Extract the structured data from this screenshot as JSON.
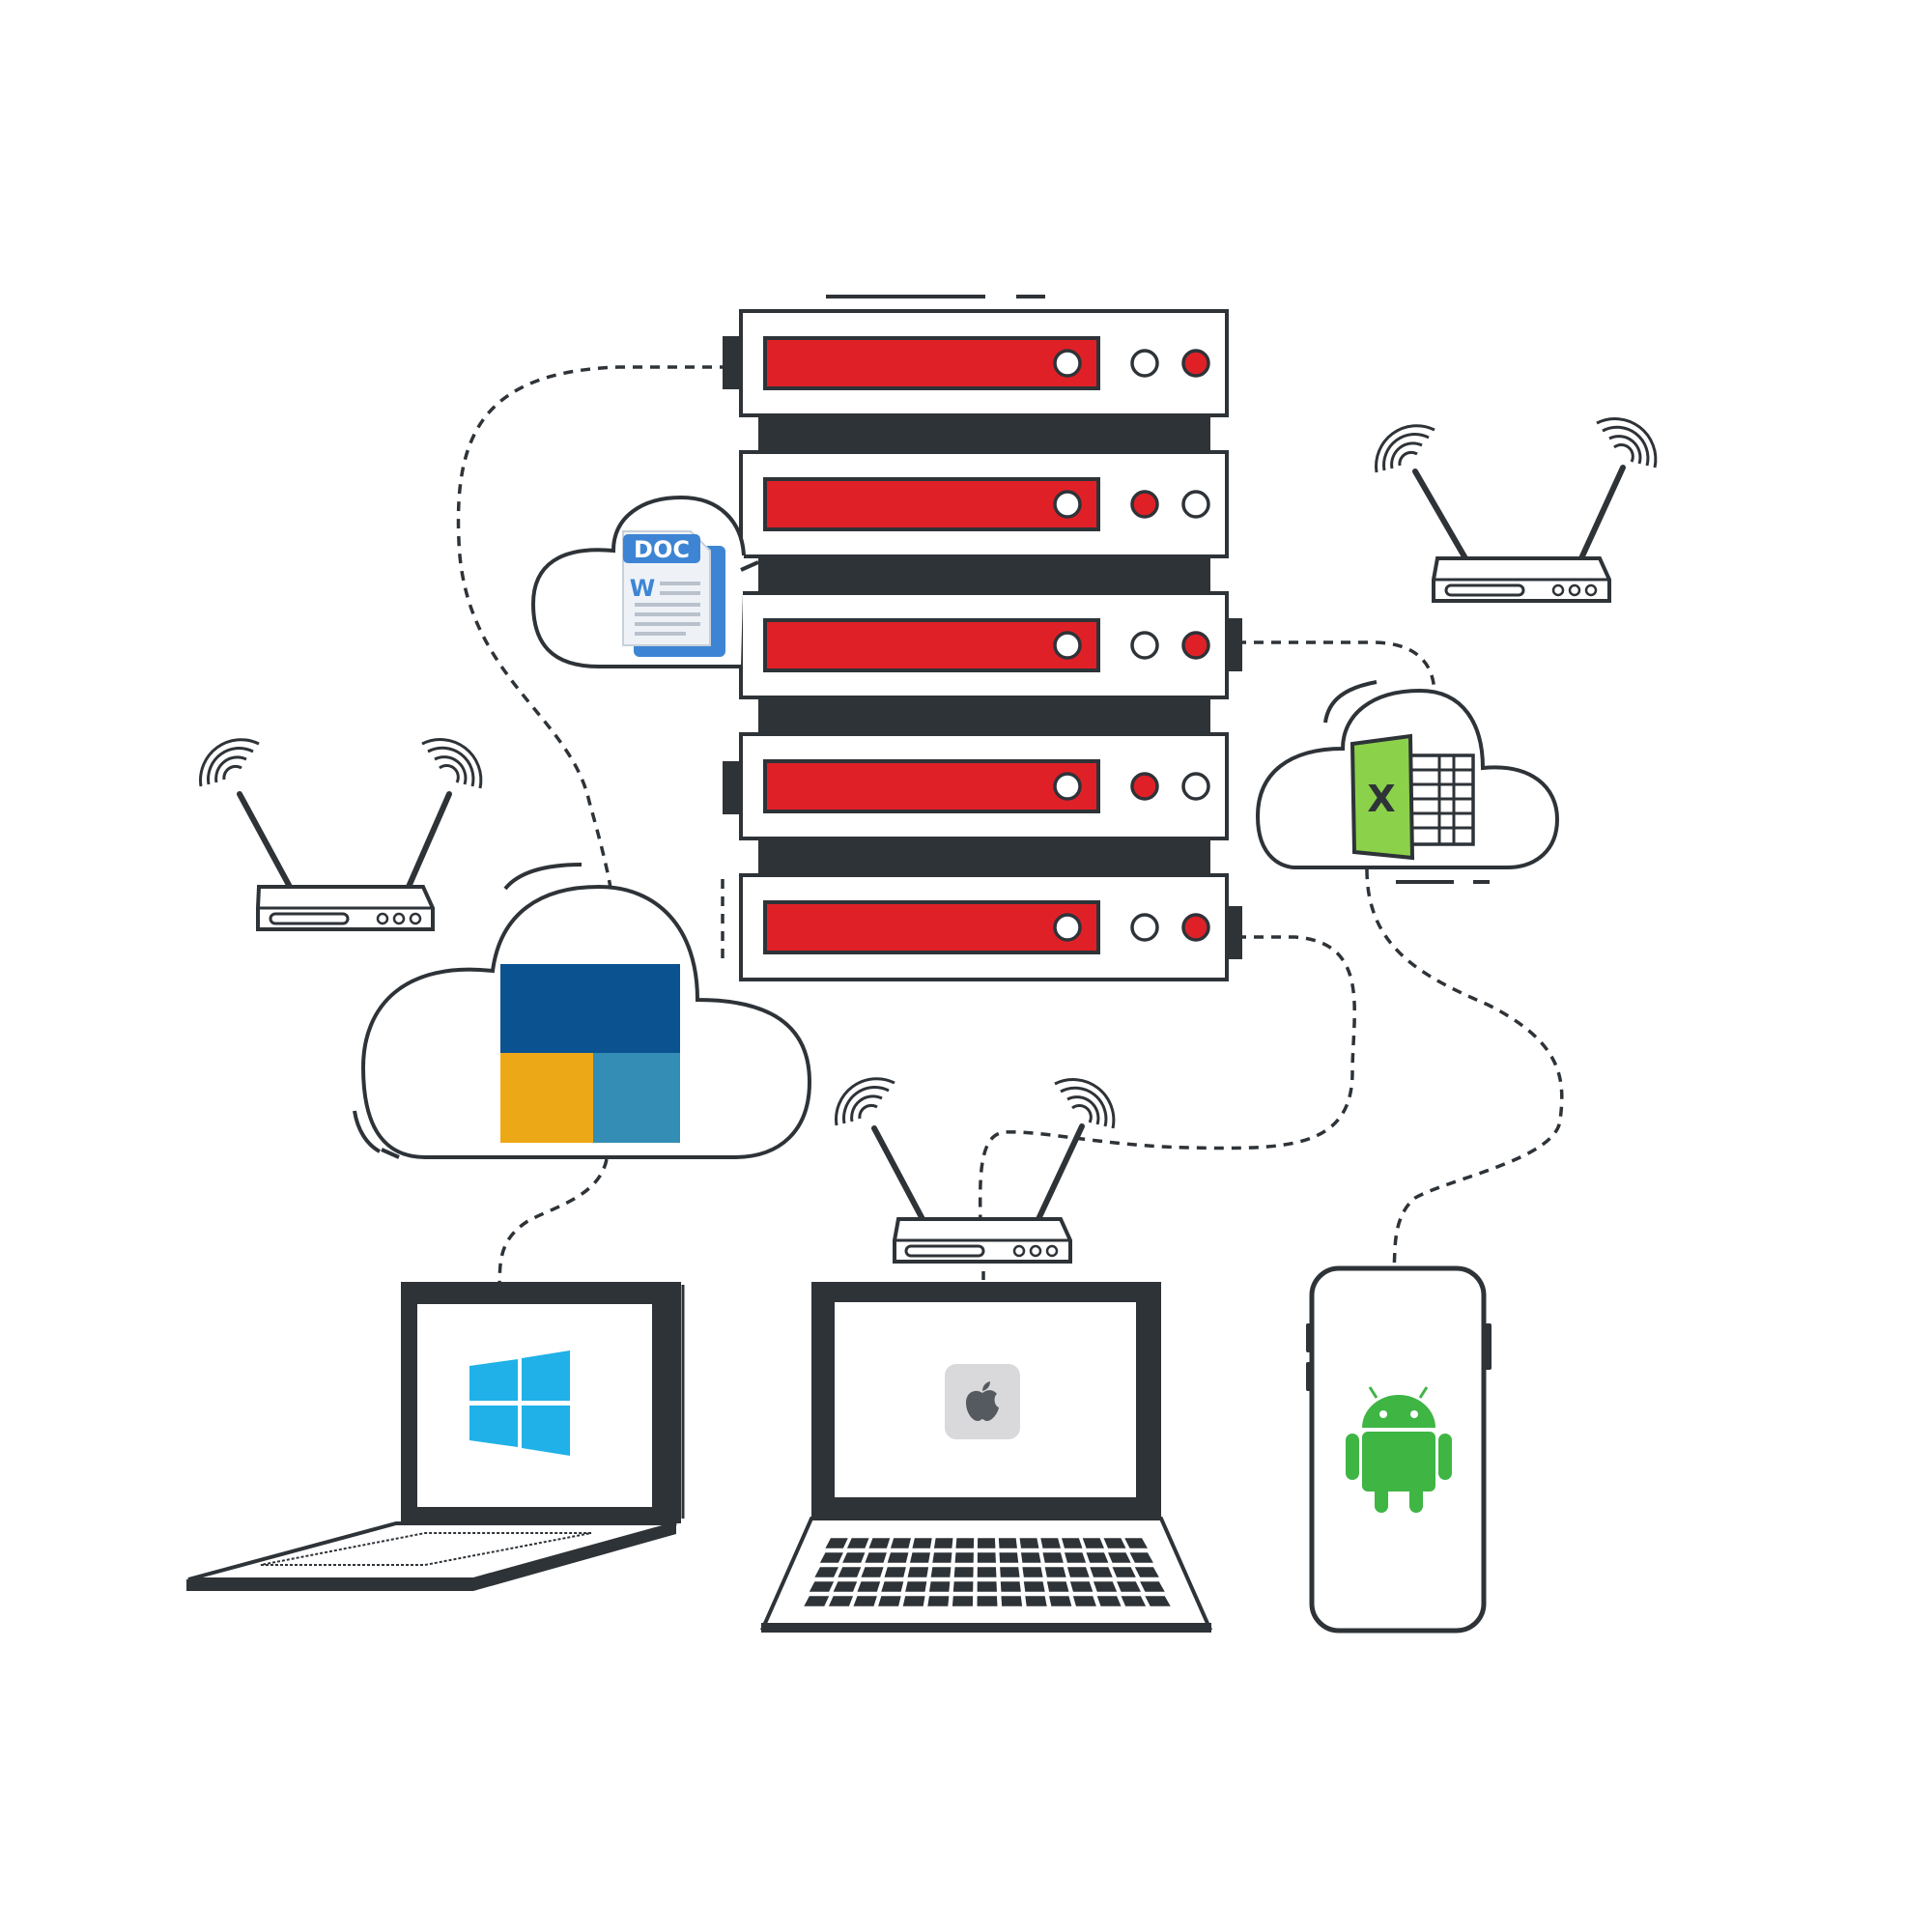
{
  "colors": {
    "outline": "#2e3338",
    "server_red": "#e02027",
    "white": "#ffffff",
    "doc_blue": "#3d85d4",
    "doc_pale": "#eef2f7",
    "excel_green": "#8bd14a",
    "windows_blue": "#1fb1e8",
    "tile_dark_blue": "#0a5290",
    "tile_yellow": "#eda818",
    "tile_teal": "#338db5",
    "android_green": "#3fb544",
    "apple_gray": "#d9d9db"
  },
  "icons": {
    "document": {
      "badge_text": "DOC",
      "letter": "W"
    },
    "spreadsheet": {
      "letter": "X"
    }
  }
}
